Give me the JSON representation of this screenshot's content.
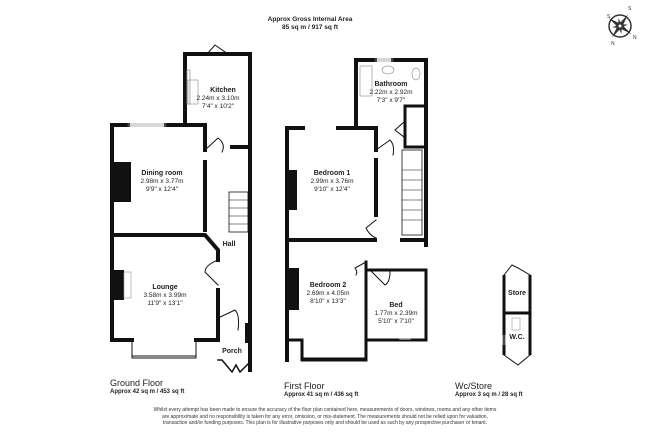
{
  "header": {
    "title": "Approx Gross Internal Area",
    "total_area": "85 sq m / 917 sq ft"
  },
  "compass": {
    "icon": "compass-rose-icon",
    "labels": [
      "S",
      "N",
      "W",
      "E"
    ]
  },
  "floors": [
    {
      "name": "Ground Floor",
      "area": "Approx 42 sq m / 453 sq ft",
      "rooms": [
        {
          "label": "Kitchen",
          "metric": "2.24m x 3.10m",
          "imperial": "7'4\" x 10'2\""
        },
        {
          "label": "Dining room",
          "metric": "2.98m x 3.77m",
          "imperial": "9'9\" x 12'4\""
        },
        {
          "label": "Hall"
        },
        {
          "label": "Lounge",
          "metric": "3.58m x 3.99m",
          "imperial": "11'9\" x 13'1\""
        },
        {
          "label": "Porch"
        }
      ]
    },
    {
      "name": "First Floor",
      "area": "Approx 41 sq m / 436 sq ft",
      "rooms": [
        {
          "label": "Bathroom",
          "metric": "2.22m x 2.92m",
          "imperial": "7'3\" x 9'7\""
        },
        {
          "label": "Bedroom 1",
          "metric": "2.99m x 3.76m",
          "imperial": "9'10\" x 12'4\""
        },
        {
          "label": "Bedroom 2",
          "metric": "2.69m x 4.05m",
          "imperial": "8'10\" x 13'3\""
        },
        {
          "label": "Bed",
          "metric": "1.77m x 2.39m",
          "imperial": "5'10\" x 7'10\""
        }
      ]
    },
    {
      "name": "Wc/Store",
      "area": "Approx 3 sq m / 28 sq ft",
      "rooms": [
        {
          "label": "Store"
        },
        {
          "label": "W.C."
        }
      ]
    }
  ],
  "disclaimer": "Whilst every attempt has been made to ensure the accuracy of the floor plan contained here, measurements of doors, windows, rooms and any other items are approximate and no responsibility is taken for any error, omission, or mis-statement. The measurements should not be relied upon for valuation, transaction and/or funding purposes. This plan is for illustrative purposes only and should be used as such by any prospective purchaser or tenant."
}
